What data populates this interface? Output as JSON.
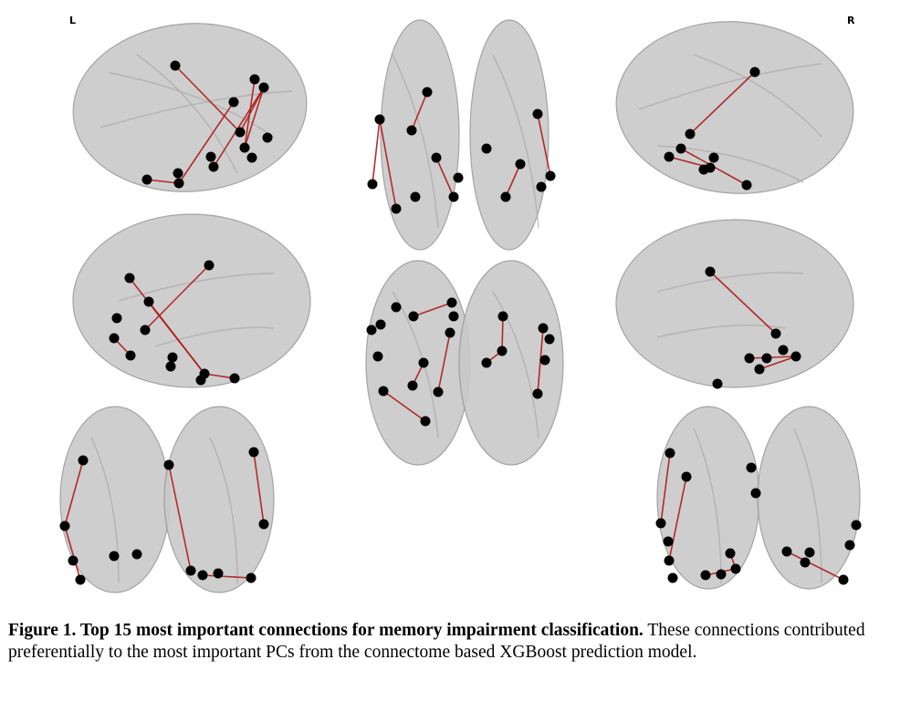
{
  "figure": {
    "left_label": "L",
    "right_label": "R",
    "edge_color": "#b01818",
    "node_color": "#000000",
    "panels": [
      "left-lateral",
      "dorsal",
      "right-lateral",
      "left-medial",
      "ventral",
      "right-medial",
      "posterior",
      "anterior"
    ]
  },
  "caption": {
    "title": "Figure 1. Top 15 most important connections for memory impairment classification.",
    "text": " These connections contributed preferentially to the most important PCs from the connectome based XGBoost prediction model."
  }
}
